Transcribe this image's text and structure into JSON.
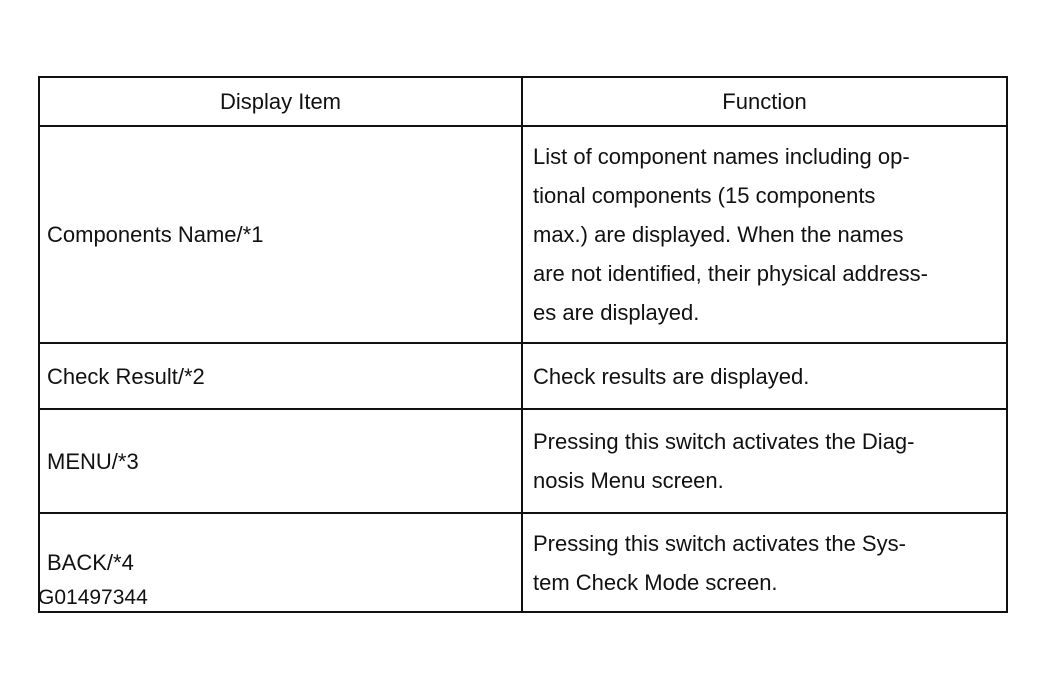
{
  "table": {
    "headers": {
      "item": "Display Item",
      "function": "Function"
    },
    "rows": [
      {
        "item": "Components Name/*1",
        "function_lines": [
          "List of component names including op-",
          "tional components (15 components",
          "max.) are displayed. When the names",
          "are not identified, their physical address-",
          "es are displayed."
        ]
      },
      {
        "item": "Check Result/*2",
        "function_lines": [
          "Check results are displayed."
        ]
      },
      {
        "item": "MENU/*3",
        "function_lines": [
          "Pressing this switch activates the Diag-",
          "nosis Menu screen."
        ]
      },
      {
        "item": "BACK/*4",
        "function_lines": [
          "Pressing this switch activates the Sys-",
          "tem Check Mode screen."
        ]
      }
    ]
  },
  "figure_id": "G01497344"
}
